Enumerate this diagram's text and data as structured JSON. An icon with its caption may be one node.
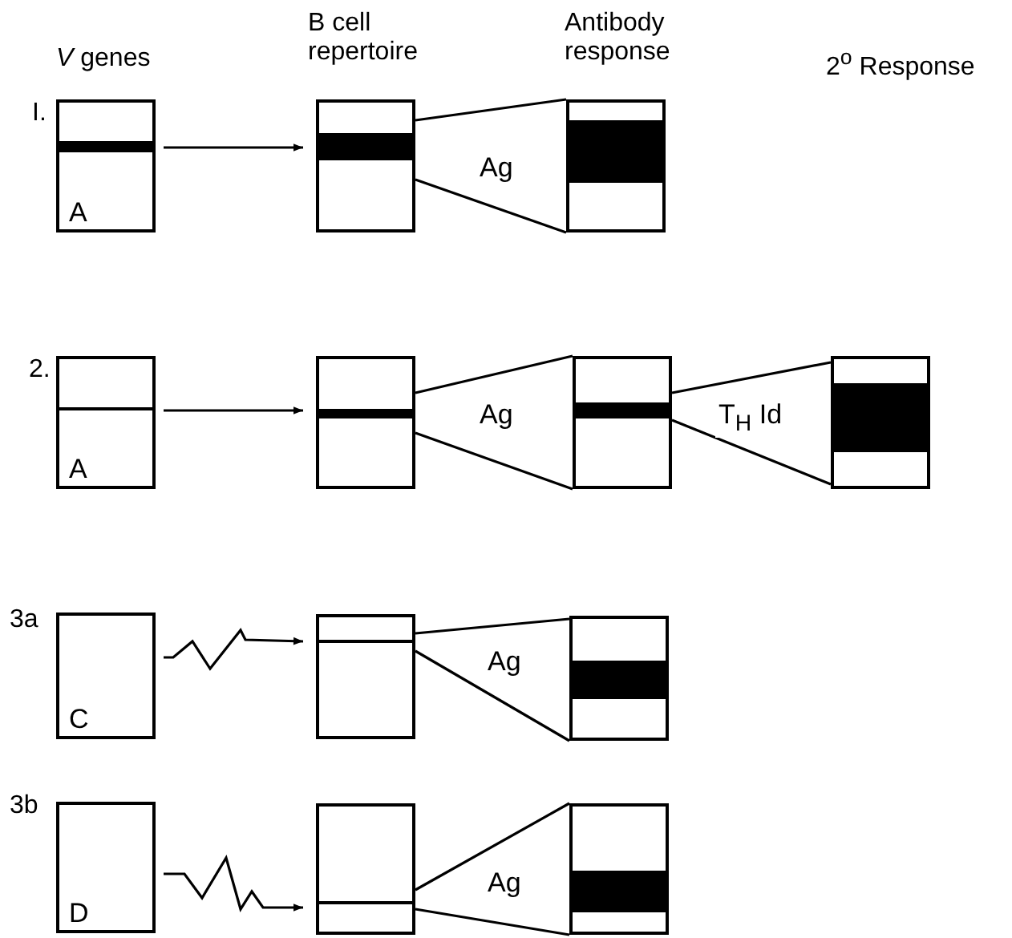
{
  "diagram": {
    "nodes": [
      {
        "text": [
          "A"
        ]
      },
      {
        "text": [],
        "shape": "box"
      },
      {
        "text": [],
        "shape": "box"
      },
      {
        "text": [
          "A"
        ]
      },
      {
        "text": [],
        "shape": "box"
      },
      {
        "text": [],
        "shape": "box"
      },
      {
        "text": [],
        "shape": "box"
      },
      {
        "text": [
          "C"
        ]
      },
      {
        "text": [],
        "shape": "box"
      },
      {
        "text": [],
        "shape": "box"
      },
      {
        "text": [
          "D"
        ]
      },
      {
        "text": [],
        "shape": "box"
      },
      {
        "text": [],
        "shape": "box"
      }
    ],
    "edges": [
      {
        "from": 0,
        "to": 1,
        "arrow": "to"
      },
      {
        "from": 1,
        "to": 2,
        "arrow": "none",
        "label": "Ag"
      },
      {
        "from": 3,
        "to": 4,
        "arrow": "to"
      },
      {
        "from": 4,
        "to": 5,
        "arrow": "none",
        "label": "Ag"
      },
      {
        "from": 5,
        "to": 6,
        "arrow": "none",
        "label": "T$_{H}$ Id"
      },
      {
        "from": 7,
        "to": 8,
        "arrow": "to"
      },
      {
        "from": 8,
        "to": 9,
        "arrow": "none",
        "label": "Ag"
      },
      {
        "from": 10,
        "to": 11,
        "arrow": "to"
      },
      {
        "from": 11,
        "to": 12,
        "arrow": "none",
        "label": "Ag"
      }
    ],
    "labels": [
      "*V* genes",
      "B cell repertoire",
      "Antibody response",
      "2$^{o}$ Response",
      "I.",
      "2.",
      "3a",
      "3b"
    ]
  }
}
